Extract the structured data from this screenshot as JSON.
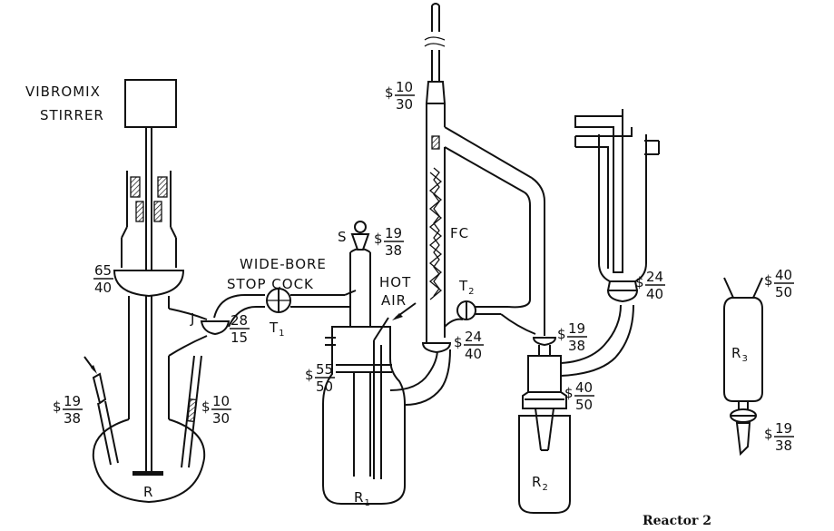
{
  "labels": {
    "stirrer_line1": "VIBROMIX",
    "stirrer_line2": "STIRRER",
    "wide_bore_line1": "WIDE-BORE",
    "wide_bore_line2": "STOP COCK",
    "hot_line1": "HOT",
    "hot_line2": "AIR",
    "j": "J",
    "s": "S",
    "fc": "FC",
    "caption": "Reactor 2"
  },
  "components": {
    "reactor_r": {
      "letter": "R",
      "sub": ""
    },
    "reactor_r1": {
      "letter": "R",
      "sub": "1"
    },
    "reactor_r2": {
      "letter": "R",
      "sub": "2"
    },
    "reactor_r3": {
      "letter": "R",
      "sub": "3"
    },
    "stopcock_t1": {
      "letter": "T",
      "sub": "1"
    },
    "stopcock_t2": {
      "letter": "T",
      "sub": "2"
    }
  },
  "joints": {
    "j_65_40": {
      "prefix": "",
      "num": "65",
      "den": "40"
    },
    "j_28_15": {
      "prefix": "",
      "num": "28",
      "den": "15"
    },
    "j_19_38_left": {
      "prefix": "$",
      "num": "19",
      "den": "38"
    },
    "j_10_30_left": {
      "prefix": "$",
      "num": "10",
      "den": "30"
    },
    "j_19_38_top": {
      "prefix": "$",
      "num": "19",
      "den": "38"
    },
    "j_55_50": {
      "prefix": "$",
      "num": "55",
      "den": "50"
    },
    "j_10_30_top": {
      "prefix": "$",
      "num": "10",
      "den": "30"
    },
    "j_24_40_mid": {
      "prefix": "$",
      "num": "24",
      "den": "40"
    },
    "j_19_38_mid": {
      "prefix": "$",
      "num": "19",
      "den": "38"
    },
    "j_40_50_mid": {
      "prefix": "$",
      "num": "40",
      "den": "50"
    },
    "j_24_40_right": {
      "prefix": "$",
      "num": "24",
      "den": "40"
    },
    "j_40_50_right": {
      "prefix": "$",
      "num": "40",
      "den": "50"
    },
    "j_19_38_right": {
      "prefix": "$",
      "num": "19",
      "den": "38"
    }
  }
}
